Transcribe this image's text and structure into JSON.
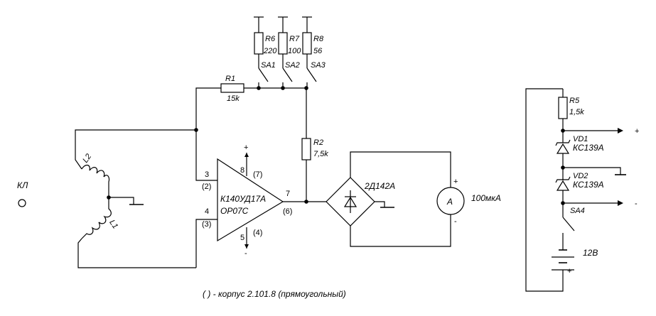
{
  "components": {
    "r1": {
      "ref": "R1",
      "value": "15k"
    },
    "r2": {
      "ref": "R2",
      "value": "7,5k"
    },
    "r5": {
      "ref": "R5",
      "value": "1,5k"
    },
    "r6": {
      "ref": "R6",
      "value": "220"
    },
    "r7": {
      "ref": "R7",
      "value": "100"
    },
    "r8": {
      "ref": "R8",
      "value": "56"
    },
    "sa1": {
      "ref": "SA1"
    },
    "sa2": {
      "ref": "SA2"
    },
    "sa3": {
      "ref": "SA3"
    },
    "sa4": {
      "ref": "SA4"
    },
    "l1": {
      "ref": "L1"
    },
    "l2": {
      "ref": "L2"
    },
    "opamp": {
      "name1": "К140УД17А",
      "name2": "OP07C"
    },
    "bridge": {
      "ref": "2Д142А"
    },
    "meter": {
      "symbol": "A",
      "rating": "100мкА",
      "plus": "+",
      "minus": "-"
    },
    "vd1": {
      "ref": "VD1",
      "type": "КС139А"
    },
    "vd2": {
      "ref": "VD2",
      "type": "КС139А"
    },
    "battery": {
      "value": "12В",
      "plus": "+"
    },
    "kl": {
      "label": "КЛ"
    }
  },
  "pins": {
    "p3": "3",
    "p3alt": "(2)",
    "p4": "4",
    "p4alt": "(3)",
    "p7": "7",
    "p7alt": "(6)",
    "p8": "8",
    "p8alt": "(7)",
    "p5": "5",
    "p5alt": "(4)",
    "supply_plus": "+",
    "supply_minus": "-"
  },
  "supply": {
    "out_plus": "+",
    "out_minus": "-"
  },
  "footnote": "( ) - корпус 2.101.8 (прямоугольный)"
}
